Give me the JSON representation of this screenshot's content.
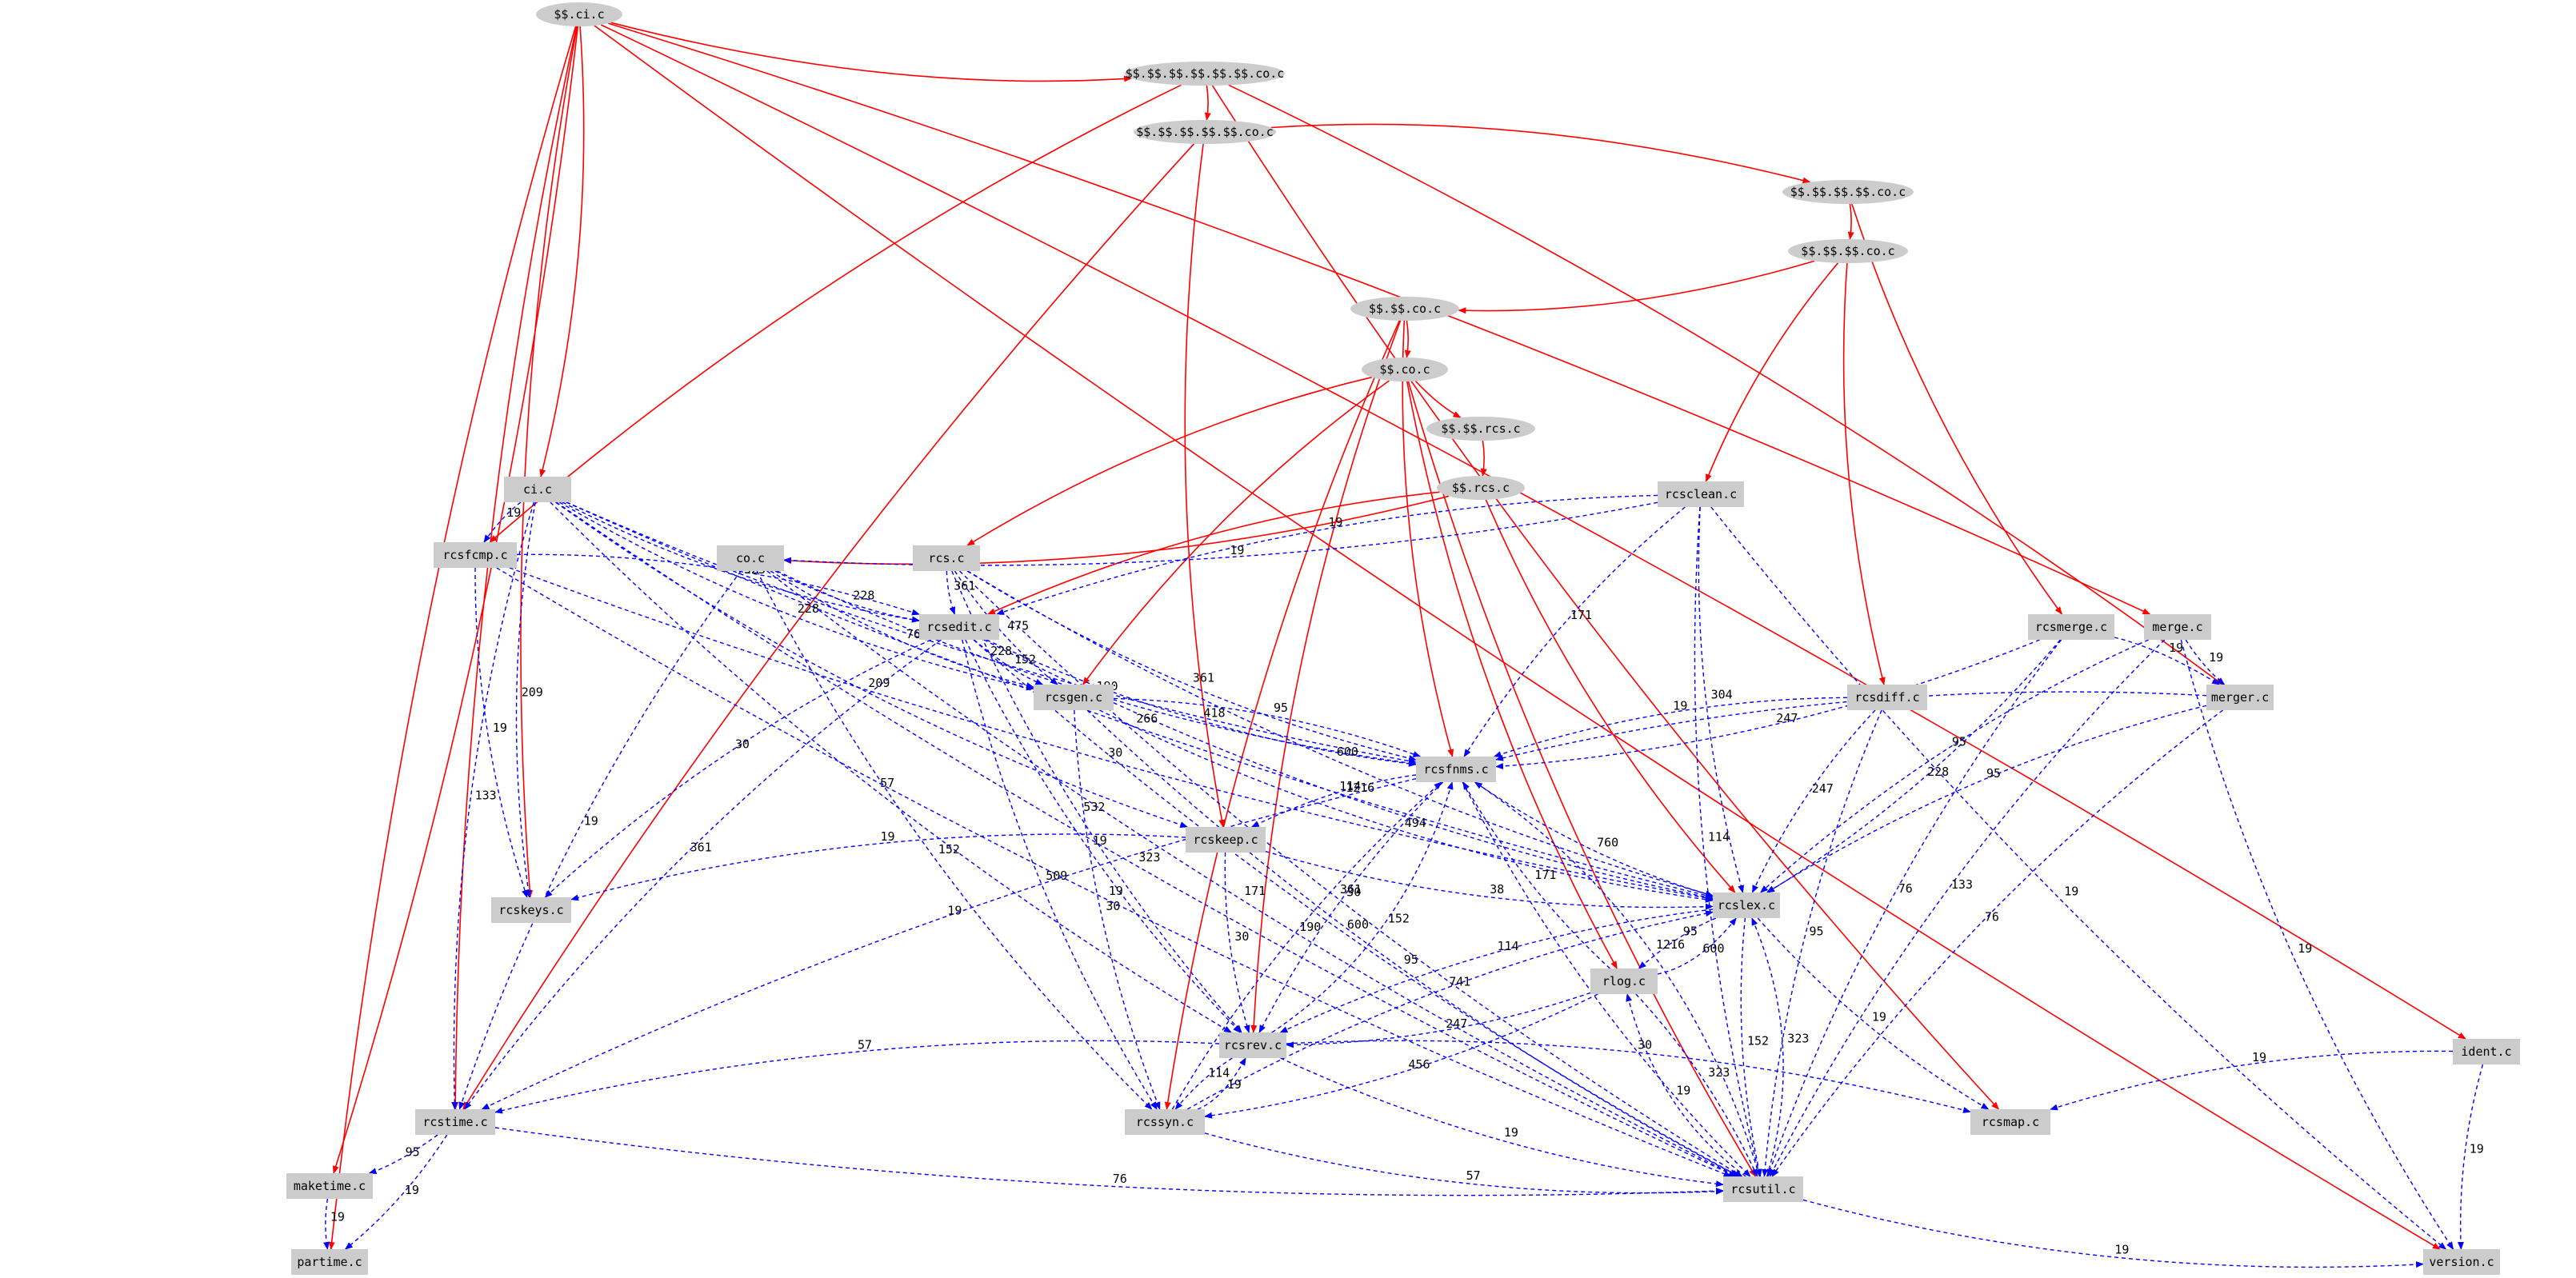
{
  "colors": {
    "node_fill": "#cccccc",
    "call_edge": "#ff0000",
    "dep_edge": "#0000ff",
    "background": "#ffffff"
  },
  "nodes": [
    {
      "id": "n_ci_root",
      "label": "$$.ci.c",
      "shape": "ellipse"
    },
    {
      "id": "n_s6",
      "label": "$$.$$.$$.$$.$$.$$.co.c",
      "shape": "ellipse"
    },
    {
      "id": "n_s5",
      "label": "$$.$$.$$.$$.$$.co.c",
      "shape": "ellipse"
    },
    {
      "id": "n_s4",
      "label": "$$.$$.$$.$$.co.c",
      "shape": "ellipse"
    },
    {
      "id": "n_s3",
      "label": "$$.$$.$$.co.c",
      "shape": "ellipse"
    },
    {
      "id": "n_s2",
      "label": "$$.$$.co.c",
      "shape": "ellipse"
    },
    {
      "id": "n_s1",
      "label": "$$.co.c",
      "shape": "ellipse"
    },
    {
      "id": "n_s1rcs",
      "label": "$$.$$.rcs.c",
      "shape": "ellipse"
    },
    {
      "id": "n_rcs",
      "label": "$$.rcs.c",
      "shape": "ellipse"
    },
    {
      "id": "ci",
      "label": "ci.c",
      "shape": "box"
    },
    {
      "id": "rcsclean",
      "label": "rcsclean.c",
      "shape": "box"
    },
    {
      "id": "rcsfcmp",
      "label": "rcsfcmp.c",
      "shape": "box"
    },
    {
      "id": "co",
      "label": "co.c",
      "shape": "box"
    },
    {
      "id": "rcs",
      "label": "rcs.c",
      "shape": "box"
    },
    {
      "id": "rcsedit",
      "label": "rcsedit.c",
      "shape": "box"
    },
    {
      "id": "rcsmerge",
      "label": "rcsmerge.c",
      "shape": "box"
    },
    {
      "id": "merge",
      "label": "merge.c",
      "shape": "box"
    },
    {
      "id": "rcsgen",
      "label": "rcsgen.c",
      "shape": "box"
    },
    {
      "id": "rcsdiff",
      "label": "rcsdiff.c",
      "shape": "box"
    },
    {
      "id": "merger",
      "label": "merger.c",
      "shape": "box"
    },
    {
      "id": "rcsfnms",
      "label": "rcsfnms.c",
      "shape": "box"
    },
    {
      "id": "rcskeep",
      "label": "rcskeep.c",
      "shape": "box"
    },
    {
      "id": "rcskeys",
      "label": "rcskeys.c",
      "shape": "box"
    },
    {
      "id": "rcslex",
      "label": "rcslex.c",
      "shape": "box"
    },
    {
      "id": "rlog",
      "label": "rlog.c",
      "shape": "box"
    },
    {
      "id": "rcsrev",
      "label": "rcsrev.c",
      "shape": "box"
    },
    {
      "id": "ident",
      "label": "ident.c",
      "shape": "box"
    },
    {
      "id": "rcstime",
      "label": "rcstime.c",
      "shape": "box"
    },
    {
      "id": "rcssyn",
      "label": "rcssyn.c",
      "shape": "box"
    },
    {
      "id": "rcsmap",
      "label": "rcsmap.c",
      "shape": "box"
    },
    {
      "id": "maketime",
      "label": "maketime.c",
      "shape": "box"
    },
    {
      "id": "rcsutil",
      "label": "rcsutil.c",
      "shape": "box"
    },
    {
      "id": "partime",
      "label": "partime.c",
      "shape": "box"
    },
    {
      "id": "version",
      "label": "version.c",
      "shape": "box"
    }
  ],
  "edges": [
    {
      "from": "n_ci_root",
      "to": "n_s6",
      "kind": "call",
      "label": ""
    },
    {
      "from": "n_ci_root",
      "to": "ci",
      "kind": "call",
      "label": ""
    },
    {
      "from": "n_ci_root",
      "to": "rcskeys",
      "kind": "call",
      "label": ""
    },
    {
      "from": "n_ci_root",
      "to": "maketime",
      "kind": "call",
      "label": ""
    },
    {
      "from": "n_ci_root",
      "to": "partime",
      "kind": "call",
      "label": ""
    },
    {
      "from": "n_ci_root",
      "to": "merge",
      "kind": "call",
      "label": ""
    },
    {
      "from": "n_ci_root",
      "to": "ident",
      "kind": "call",
      "label": ""
    },
    {
      "from": "n_ci_root",
      "to": "version",
      "kind": "call",
      "label": ""
    },
    {
      "from": "n_ci_root",
      "to": "rcstime",
      "kind": "call",
      "label": ""
    },
    {
      "from": "n_s6",
      "to": "n_s5",
      "kind": "call",
      "label": ""
    },
    {
      "from": "n_s6",
      "to": "rcsfcmp",
      "kind": "call",
      "label": ""
    },
    {
      "from": "n_s6",
      "to": "rcsmap",
      "kind": "call",
      "label": ""
    },
    {
      "from": "n_s6",
      "to": "merger",
      "kind": "call",
      "label": ""
    },
    {
      "from": "n_s5",
      "to": "n_s4",
      "kind": "call",
      "label": ""
    },
    {
      "from": "n_s5",
      "to": "rcstime",
      "kind": "call",
      "label": ""
    },
    {
      "from": "n_s5",
      "to": "rcskeep",
      "kind": "call",
      "label": ""
    },
    {
      "from": "n_s4",
      "to": "n_s3",
      "kind": "call",
      "label": ""
    },
    {
      "from": "n_s4",
      "to": "rcsmerge",
      "kind": "call",
      "label": ""
    },
    {
      "from": "n_s3",
      "to": "n_s2",
      "kind": "call",
      "label": ""
    },
    {
      "from": "n_s3",
      "to": "rcsclean",
      "kind": "call",
      "label": ""
    },
    {
      "from": "n_s3",
      "to": "rcsdiff",
      "kind": "call",
      "label": ""
    },
    {
      "from": "n_s2",
      "to": "n_s1",
      "kind": "call",
      "label": ""
    },
    {
      "from": "n_s2",
      "to": "rcsfnms",
      "kind": "call",
      "label": ""
    },
    {
      "from": "n_s2",
      "to": "rcssyn",
      "kind": "call",
      "label": ""
    },
    {
      "from": "n_s2",
      "to": "rcsrev",
      "kind": "call",
      "label": ""
    },
    {
      "from": "n_s1",
      "to": "n_s1rcs",
      "kind": "call",
      "label": ""
    },
    {
      "from": "n_s1",
      "to": "rcs",
      "kind": "call",
      "label": ""
    },
    {
      "from": "n_s1",
      "to": "rcsgen",
      "kind": "call",
      "label": ""
    },
    {
      "from": "n_s1",
      "to": "rcsutil",
      "kind": "call",
      "label": ""
    },
    {
      "from": "n_s1",
      "to": "rlog",
      "kind": "call",
      "label": ""
    },
    {
      "from": "n_s1rcs",
      "to": "n_rcs",
      "kind": "call",
      "label": ""
    },
    {
      "from": "n_rcs",
      "to": "co",
      "kind": "call",
      "label": ""
    },
    {
      "from": "n_rcs",
      "to": "rcsedit",
      "kind": "call",
      "label": ""
    },
    {
      "from": "n_rcs",
      "to": "rcslex",
      "kind": "call",
      "label": ""
    },
    {
      "from": "ci",
      "to": "rcsfcmp",
      "kind": "dep",
      "label": "19"
    },
    {
      "from": "ci",
      "to": "rcsedit",
      "kind": "dep",
      "label": "323"
    },
    {
      "from": "ci",
      "to": "rcsgen",
      "kind": "dep",
      "label": "228"
    },
    {
      "from": "ci",
      "to": "rcsfnms",
      "kind": "dep",
      "label": "228"
    },
    {
      "from": "ci",
      "to": "rcskeep",
      "kind": "dep",
      "label": "209"
    },
    {
      "from": "ci",
      "to": "rcskeys",
      "kind": "dep",
      "label": "209"
    },
    {
      "from": "ci",
      "to": "rcslex",
      "kind": "dep",
      "label": "266"
    },
    {
      "from": "ci",
      "to": "rcstime",
      "kind": "dep",
      "label": "133"
    },
    {
      "from": "ci",
      "to": "rcsutil",
      "kind": "dep",
      "label": "323"
    },
    {
      "from": "ci",
      "to": "rcsrev",
      "kind": "dep",
      "label": "57"
    },
    {
      "from": "rcsclean",
      "to": "co",
      "kind": "dep",
      "label": "19"
    },
    {
      "from": "rcsclean",
      "to": "rcsedit",
      "kind": "dep",
      "label": "19"
    },
    {
      "from": "rcsclean",
      "to": "rcsfnms",
      "kind": "dep",
      "label": "171"
    },
    {
      "from": "rcsclean",
      "to": "rcslex",
      "kind": "dep",
      "label": "304"
    },
    {
      "from": "rcsclean",
      "to": "rcsutil",
      "kind": "dep",
      "label": "114"
    },
    {
      "from": "rcsclean",
      "to": "version",
      "kind": "dep",
      "label": "19"
    },
    {
      "from": "rcsfcmp",
      "to": "rcsedit",
      "kind": "dep",
      "label": "19"
    },
    {
      "from": "rcsfcmp",
      "to": "rcslex",
      "kind": "dep",
      "label": "30"
    },
    {
      "from": "rcsfcmp",
      "to": "rcsutil",
      "kind": "dep",
      "label": "19"
    },
    {
      "from": "rcsfcmp",
      "to": "rcskeys",
      "kind": "dep",
      "label": "19"
    },
    {
      "from": "co",
      "to": "rcsedit",
      "kind": "dep",
      "label": "228"
    },
    {
      "from": "co",
      "to": "rcsgen",
      "kind": "dep",
      "label": "76"
    },
    {
      "from": "co",
      "to": "rcsfnms",
      "kind": "dep",
      "label": "190"
    },
    {
      "from": "co",
      "to": "rcstime",
      "kind": "dep",
      "label": "19"
    },
    {
      "from": "co",
      "to": "rcssyn",
      "kind": "dep",
      "label": "152"
    },
    {
      "from": "co",
      "to": "rcsutil",
      "kind": "dep",
      "label": "171"
    },
    {
      "from": "rcs",
      "to": "rcsedit",
      "kind": "dep",
      "label": "361"
    },
    {
      "from": "rcs",
      "to": "rcsgen",
      "kind": "dep",
      "label": "475"
    },
    {
      "from": "rcs",
      "to": "rcsfnms",
      "kind": "dep",
      "label": "361"
    },
    {
      "from": "rcs",
      "to": "rcslex",
      "kind": "dep",
      "label": "600"
    },
    {
      "from": "rcs",
      "to": "rcsrev",
      "kind": "dep",
      "label": "532"
    },
    {
      "from": "rcs",
      "to": "rcsutil",
      "kind": "dep",
      "label": "361"
    },
    {
      "from": "rcsedit",
      "to": "rcsgen",
      "kind": "dep",
      "label": "152"
    },
    {
      "from": "rcsedit",
      "to": "rcsfnms",
      "kind": "dep",
      "label": "418"
    },
    {
      "from": "rcsedit",
      "to": "rcslex",
      "kind": "dep",
      "label": "1216"
    },
    {
      "from": "rcsedit",
      "to": "rcssyn",
      "kind": "dep",
      "label": "509"
    },
    {
      "from": "rcsedit",
      "to": "rcsrev",
      "kind": "dep",
      "label": "19"
    },
    {
      "from": "rcsedit",
      "to": "rcsutil",
      "kind": "dep",
      "label": "600"
    },
    {
      "from": "rcsedit",
      "to": "rcskeys",
      "kind": "dep",
      "label": "30"
    },
    {
      "from": "rcsedit",
      "to": "rcstime",
      "kind": "dep",
      "label": "361"
    },
    {
      "from": "rcsgen",
      "to": "rcsfnms",
      "kind": "dep",
      "label": "95"
    },
    {
      "from": "rcsgen",
      "to": "rcslex",
      "kind": "dep",
      "label": "494"
    },
    {
      "from": "rcsgen",
      "to": "rcsutil",
      "kind": "dep",
      "label": "95"
    },
    {
      "from": "rcsgen",
      "to": "rcssyn",
      "kind": "dep",
      "label": "30"
    },
    {
      "from": "rcsmerge",
      "to": "rcsfnms",
      "kind": "dep",
      "label": "247"
    },
    {
      "from": "rcsmerge",
      "to": "rcslex",
      "kind": "dep",
      "label": "228"
    },
    {
      "from": "rcsmerge",
      "to": "merger",
      "kind": "dep",
      "label": "19"
    },
    {
      "from": "rcsmerge",
      "to": "rcsutil",
      "kind": "dep",
      "label": "76"
    },
    {
      "from": "merge",
      "to": "merger",
      "kind": "dep",
      "label": "19"
    },
    {
      "from": "merge",
      "to": "rcslex",
      "kind": "dep",
      "label": "95"
    },
    {
      "from": "merge",
      "to": "rcsutil",
      "kind": "dep",
      "label": "133"
    },
    {
      "from": "merge",
      "to": "version",
      "kind": "dep",
      "label": "19"
    },
    {
      "from": "rcsdiff",
      "to": "rcsfnms",
      "kind": "dep",
      "label": "19"
    },
    {
      "from": "rcsdiff",
      "to": "rcslex",
      "kind": "dep",
      "label": "247"
    },
    {
      "from": "rcsdiff",
      "to": "rcsutil",
      "kind": "dep",
      "label": "95"
    },
    {
      "from": "merger",
      "to": "rcsfnms",
      "kind": "dep",
      "label": "38"
    },
    {
      "from": "merger",
      "to": "rcslex",
      "kind": "dep",
      "label": "95"
    },
    {
      "from": "merger",
      "to": "rcsutil",
      "kind": "dep",
      "label": "76"
    },
    {
      "from": "rcsfnms",
      "to": "rcskeep",
      "kind": "dep",
      "label": "114"
    },
    {
      "from": "rcsfnms",
      "to": "rcslex",
      "kind": "dep",
      "label": "760"
    },
    {
      "from": "rcsfnms",
      "to": "rcsrev",
      "kind": "dep",
      "label": "30"
    },
    {
      "from": "rcsfnms",
      "to": "rcsutil",
      "kind": "dep",
      "label": "114"
    },
    {
      "from": "rcsfnms",
      "to": "rcstime",
      "kind": "dep",
      "label": "19"
    },
    {
      "from": "rcskeep",
      "to": "rcskeys",
      "kind": "dep",
      "label": "19"
    },
    {
      "from": "rcskeep",
      "to": "rcslex",
      "kind": "dep",
      "label": "38"
    },
    {
      "from": "rcskeep",
      "to": "rcsrev",
      "kind": "dep",
      "label": "30"
    },
    {
      "from": "rcslex",
      "to": "rlog",
      "kind": "dep",
      "label": "95"
    },
    {
      "from": "rcslex",
      "to": "rcsutil",
      "kind": "dep",
      "label": "152"
    },
    {
      "from": "rcslex",
      "to": "rcsmap",
      "kind": "dep",
      "label": "19"
    },
    {
      "from": "rcslex",
      "to": "rcsrev",
      "kind": "dep",
      "label": "114"
    },
    {
      "from": "rlog",
      "to": "rcslex",
      "kind": "dep",
      "label": "600"
    },
    {
      "from": "rlog",
      "to": "rcsrev",
      "kind": "dep",
      "label": "247"
    },
    {
      "from": "rlog",
      "to": "rcssyn",
      "kind": "dep",
      "label": "456"
    },
    {
      "from": "rlog",
      "to": "rcsutil",
      "kind": "dep",
      "label": "323"
    },
    {
      "from": "rlog",
      "to": "rcsfnms",
      "kind": "dep",
      "label": "171"
    },
    {
      "from": "rcsrev",
      "to": "rcssyn",
      "kind": "dep",
      "label": "114"
    },
    {
      "from": "rcsrev",
      "to": "rcstime",
      "kind": "dep",
      "label": "57"
    },
    {
      "from": "rcsrev",
      "to": "rcsutil",
      "kind": "dep",
      "label": "19"
    },
    {
      "from": "rcsrev",
      "to": "rcsfnms",
      "kind": "dep",
      "label": "152"
    },
    {
      "from": "rcsrev",
      "to": "rcsmap",
      "kind": "dep",
      "label": "30"
    },
    {
      "from": "rcssyn",
      "to": "rcslex",
      "kind": "dep",
      "label": "741"
    },
    {
      "from": "rcssyn",
      "to": "rcsrev",
      "kind": "dep",
      "label": "19"
    },
    {
      "from": "rcssyn",
      "to": "rcsutil",
      "kind": "dep",
      "label": "57"
    },
    {
      "from": "rcssyn",
      "to": "rcsfnms",
      "kind": "dep",
      "label": "190"
    },
    {
      "from": "rcstime",
      "to": "maketime",
      "kind": "dep",
      "label": "95"
    },
    {
      "from": "rcstime",
      "to": "partime",
      "kind": "dep",
      "label": "19"
    },
    {
      "from": "rcstime",
      "to": "rcsutil",
      "kind": "dep",
      "label": "76"
    },
    {
      "from": "maketime",
      "to": "partime",
      "kind": "dep",
      "label": "19"
    },
    {
      "from": "ident",
      "to": "rcsmap",
      "kind": "dep",
      "label": "19"
    },
    {
      "from": "ident",
      "to": "version",
      "kind": "dep",
      "label": "19"
    },
    {
      "from": "rcsutil",
      "to": "version",
      "kind": "dep",
      "label": "19"
    },
    {
      "from": "rcsutil",
      "to": "rcslex",
      "kind": "dep",
      "label": "323"
    },
    {
      "from": "rcsutil",
      "to": "rlog",
      "kind": "dep",
      "label": "19"
    },
    {
      "from": "rcsutil",
      "to": "rcsfnms",
      "kind": "dep",
      "label": "1216"
    }
  ]
}
